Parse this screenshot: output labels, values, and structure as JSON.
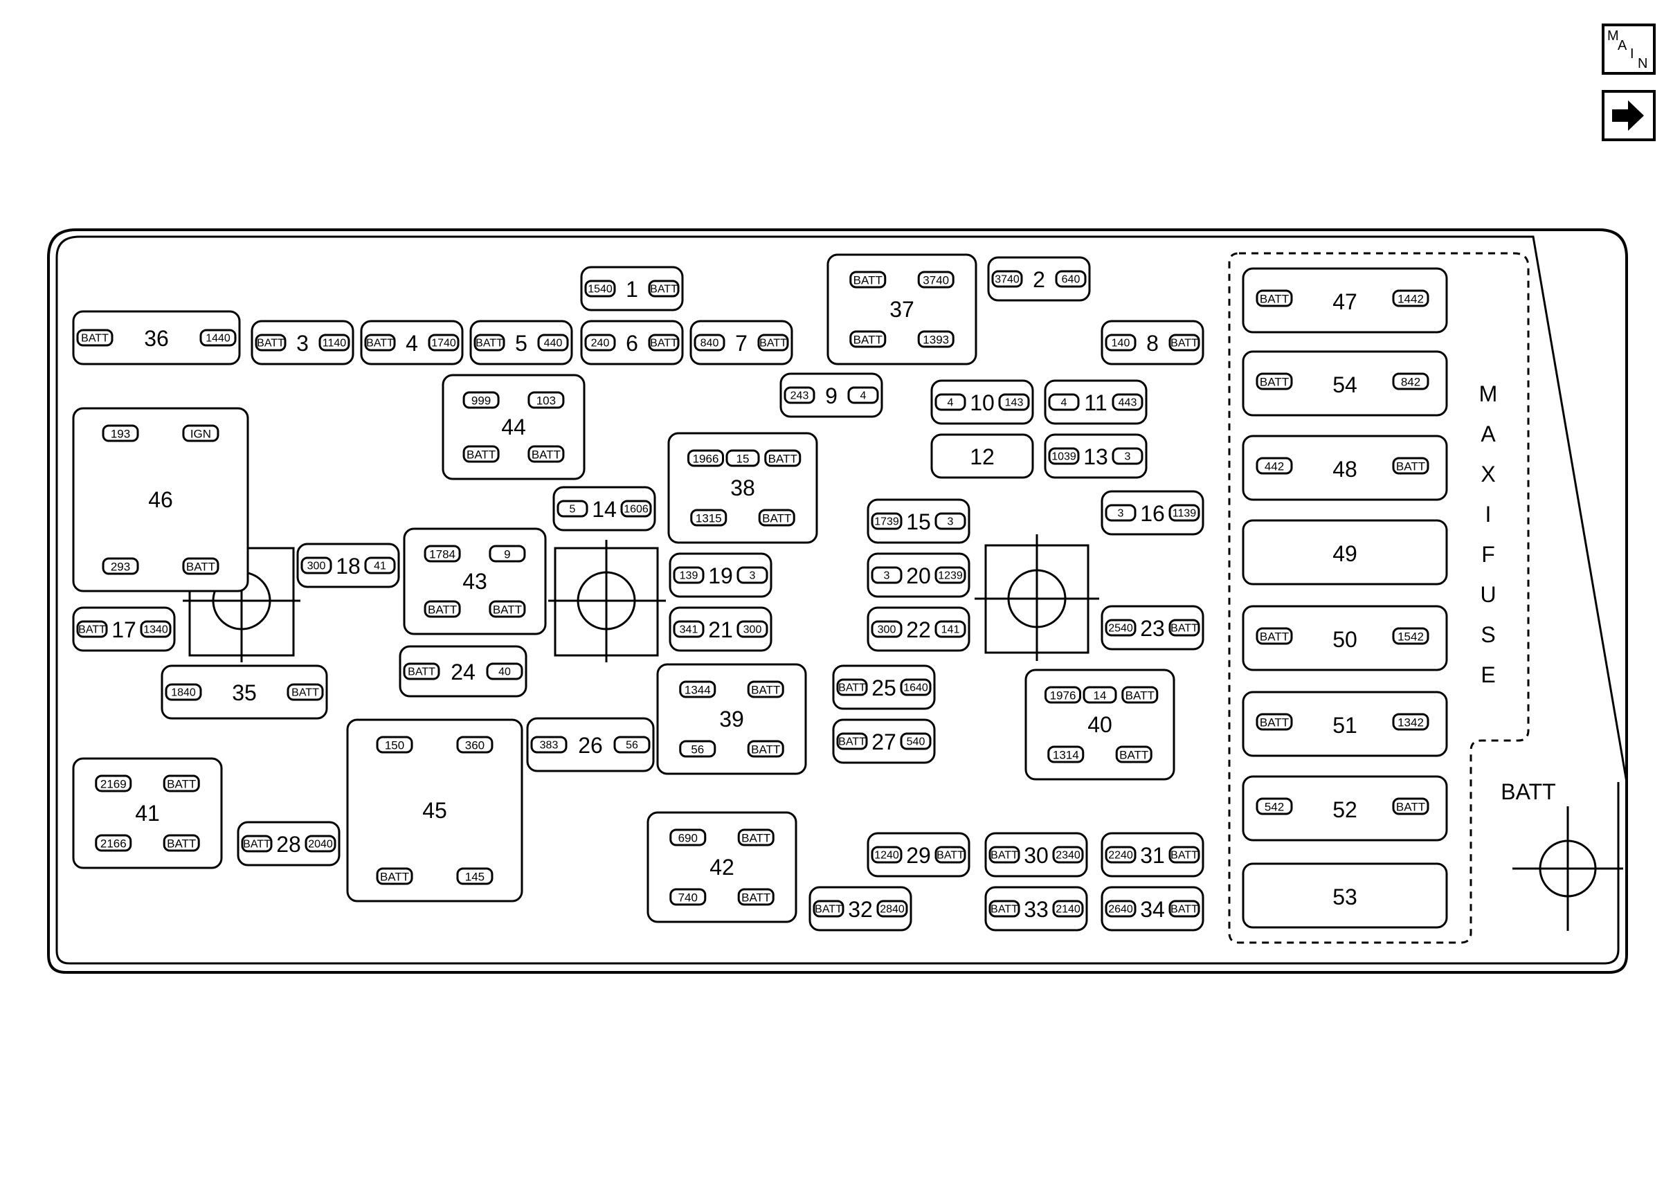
{
  "nav": {
    "main_label_letters": [
      "M",
      "A",
      "I",
      "N"
    ],
    "next_icon": "arrow-right-icon"
  },
  "maxifuse_label": [
    "M",
    "A",
    "X",
    "I",
    "F",
    "U",
    "S",
    "E"
  ],
  "batt_label": "BATT",
  "fuses": [
    {
      "id": "1",
      "pins": [
        "1540",
        "BATT"
      ]
    },
    {
      "id": "2",
      "pins": [
        "3740",
        "640"
      ]
    },
    {
      "id": "3",
      "pins": [
        "BATT",
        "1140"
      ]
    },
    {
      "id": "4",
      "pins": [
        "BATT",
        "1740"
      ]
    },
    {
      "id": "5",
      "pins": [
        "BATT",
        "440"
      ]
    },
    {
      "id": "6",
      "pins": [
        "240",
        "BATT"
      ]
    },
    {
      "id": "7",
      "pins": [
        "840",
        "BATT"
      ]
    },
    {
      "id": "8",
      "pins": [
        "140",
        "BATT"
      ]
    },
    {
      "id": "9",
      "pins": [
        "243",
        "4"
      ]
    },
    {
      "id": "10",
      "pins": [
        "4",
        "143"
      ]
    },
    {
      "id": "11",
      "pins": [
        "4",
        "443"
      ]
    },
    {
      "id": "12",
      "pins": []
    },
    {
      "id": "13",
      "pins": [
        "1039",
        "3"
      ]
    },
    {
      "id": "14",
      "pins": [
        "5",
        "1606"
      ]
    },
    {
      "id": "15",
      "pins": [
        "1739",
        "3"
      ]
    },
    {
      "id": "16",
      "pins": [
        "3",
        "1139"
      ]
    },
    {
      "id": "17",
      "pins": [
        "BATT",
        "1340"
      ]
    },
    {
      "id": "18",
      "pins": [
        "300",
        "41"
      ]
    },
    {
      "id": "19",
      "pins": [
        "139",
        "3"
      ]
    },
    {
      "id": "20",
      "pins": [
        "3",
        "1239"
      ]
    },
    {
      "id": "21",
      "pins": [
        "341",
        "300"
      ]
    },
    {
      "id": "22",
      "pins": [
        "300",
        "141"
      ]
    },
    {
      "id": "23",
      "pins": [
        "2540",
        "BATT"
      ]
    },
    {
      "id": "24",
      "pins": [
        "BATT",
        "40"
      ]
    },
    {
      "id": "25",
      "pins": [
        "BATT",
        "1640"
      ]
    },
    {
      "id": "26",
      "pins": [
        "383",
        "56"
      ]
    },
    {
      "id": "27",
      "pins": [
        "BATT",
        "540"
      ]
    },
    {
      "id": "28",
      "pins": [
        "BATT",
        "2040"
      ]
    },
    {
      "id": "29",
      "pins": [
        "1240",
        "BATT"
      ]
    },
    {
      "id": "30",
      "pins": [
        "BATT",
        "2340"
      ]
    },
    {
      "id": "31",
      "pins": [
        "2240",
        "BATT"
      ]
    },
    {
      "id": "32",
      "pins": [
        "BATT",
        "2840"
      ]
    },
    {
      "id": "33",
      "pins": [
        "BATT",
        "2140"
      ]
    },
    {
      "id": "34",
      "pins": [
        "2640",
        "BATT"
      ]
    },
    {
      "id": "35",
      "pins": [
        "1840",
        "BATT"
      ]
    },
    {
      "id": "36",
      "pins": [
        "BATT",
        "1440"
      ]
    }
  ],
  "relays": [
    {
      "id": "37",
      "pins": [
        "BATT",
        "3740",
        "BATT",
        "1393"
      ]
    },
    {
      "id": "38",
      "pins": [
        "1966",
        "15",
        "BATT",
        "1315",
        "BATT"
      ]
    },
    {
      "id": "39",
      "pins": [
        "1344",
        "BATT",
        "56",
        "BATT"
      ]
    },
    {
      "id": "40",
      "pins": [
        "1976",
        "14",
        "BATT",
        "1314",
        "BATT"
      ]
    },
    {
      "id": "41",
      "pins": [
        "2169",
        "BATT",
        "2166",
        "BATT"
      ]
    },
    {
      "id": "42",
      "pins": [
        "690",
        "BATT",
        "740",
        "BATT"
      ]
    },
    {
      "id": "43",
      "pins": [
        "1784",
        "9",
        "BATT",
        "BATT"
      ]
    },
    {
      "id": "44",
      "pins": [
        "999",
        "103",
        "BATT",
        "BATT"
      ]
    },
    {
      "id": "45",
      "pins": [
        "150",
        "360",
        "BATT",
        "145"
      ]
    },
    {
      "id": "46",
      "pins": [
        "193",
        "IGN",
        "293",
        "BATT"
      ]
    }
  ],
  "maxi_fuses": [
    {
      "id": "47",
      "pins": [
        "BATT",
        "1442"
      ]
    },
    {
      "id": "54",
      "pins": [
        "BATT",
        "842"
      ]
    },
    {
      "id": "48",
      "pins": [
        "442",
        "BATT"
      ]
    },
    {
      "id": "49",
      "pins": []
    },
    {
      "id": "50",
      "pins": [
        "BATT",
        "1542"
      ]
    },
    {
      "id": "51",
      "pins": [
        "BATT",
        "1342"
      ]
    },
    {
      "id": "52",
      "pins": [
        "542",
        "BATT"
      ]
    },
    {
      "id": "53",
      "pins": []
    }
  ]
}
